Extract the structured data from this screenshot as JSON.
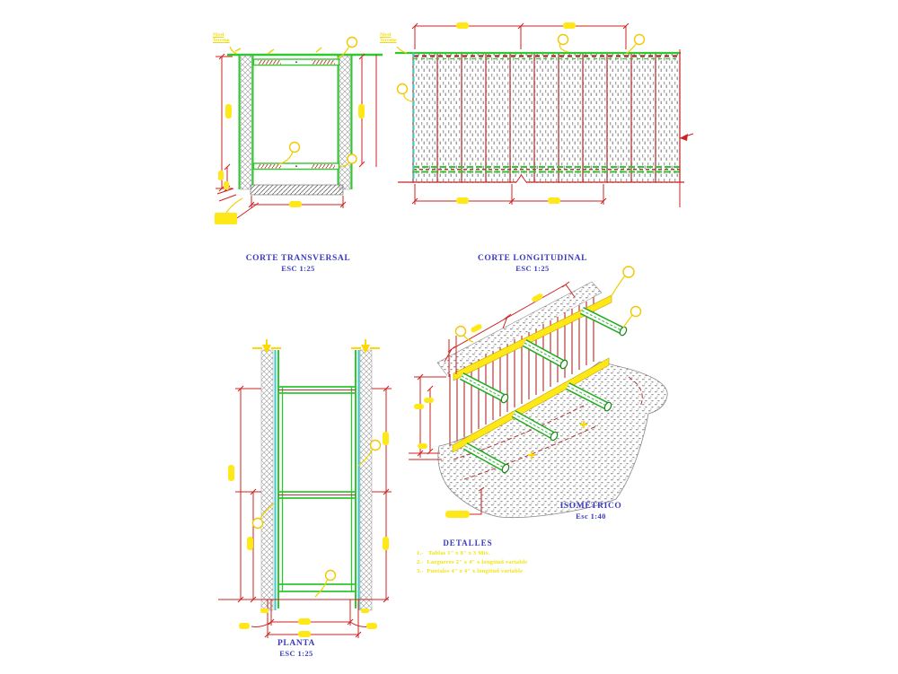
{
  "drawing": {
    "sections": {
      "transversal": {
        "title": "CORTE TRANSVERSAL",
        "scale": "ESC 1:25"
      },
      "longitudinal": {
        "title": "CORTE LONGITUDINAL",
        "scale": "ESC 1:25"
      },
      "planta": {
        "title": "PLANTA",
        "scale": "ESC 1:25"
      },
      "isometrico": {
        "title": "ISOMÉTRICO",
        "scale": "Esc 1:40"
      }
    },
    "annotations": {
      "ground_level_1": {
        "line1": "Nivel",
        "line2": "Terreno"
      },
      "ground_level_2": {
        "line1": "Nivel",
        "line2": "Terreno"
      }
    },
    "detalles": {
      "title": "DETALLES",
      "notes": [
        "1.-   Tablas 1\" x 8\" x 3 Mts.",
        "2.-  Largueros 2\" x 4\" x longitud variable",
        "3.-  Puntales 4\" x 4\" x longitud variable"
      ]
    },
    "colors": {
      "dimension_red": "#cc2222",
      "board_red": "#b43c3c",
      "timber_green": "#2fc82f",
      "highlight_yellow": "#ffe818",
      "sheeting_cyan": "#3fc8c8",
      "title_blue": "#3b3bbd",
      "hatch_gray": "#9b9b9b"
    }
  }
}
